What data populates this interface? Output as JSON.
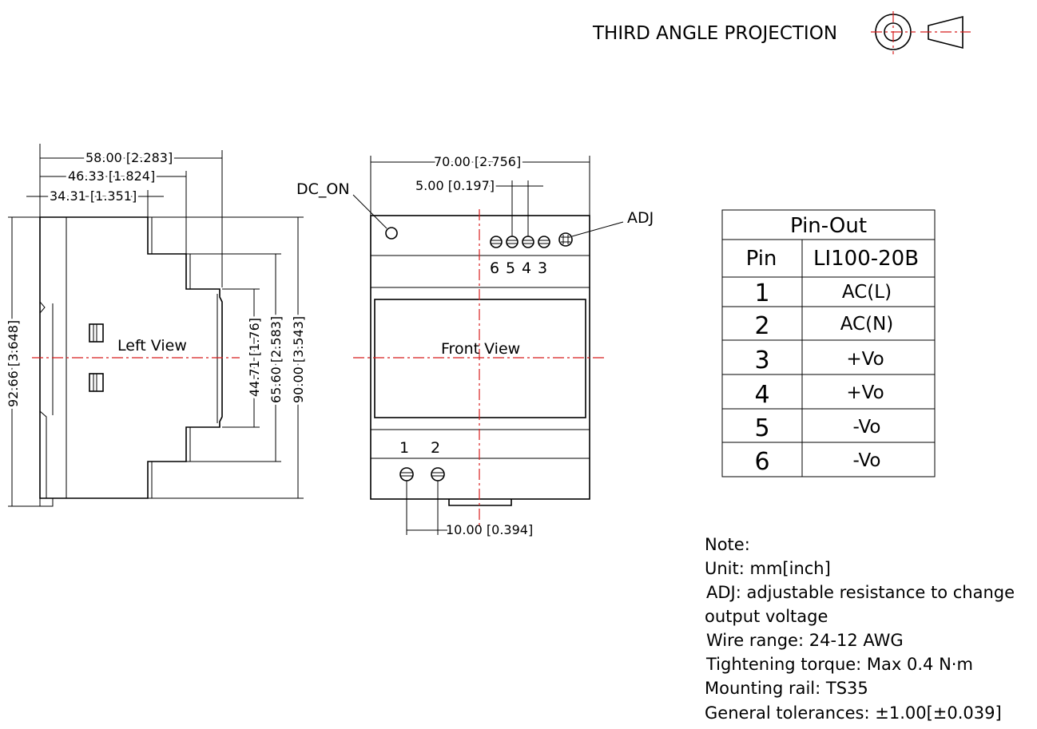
{
  "header": {
    "projection_label": "THIRD ANGLE PROJECTION"
  },
  "left_view": {
    "label": "Left View",
    "dim_58": "58.00 [2.283]",
    "dim_46": "46.33 [1.824]",
    "dim_34": "34.31 [1.351]",
    "dim_92": "92.66 [3.648]",
    "dim_44": "44.71 [1.76]",
    "dim_65": "65.60 [2.583]",
    "dim_90": "90.00 [3.543]"
  },
  "front_view": {
    "label": "Front View",
    "dc_on_label": "DC_ON",
    "adj_label": "ADJ",
    "dim_70": "70.00 [2.756]",
    "dim_5": "5.00 [0.197]",
    "dim_10": "10.00 [0.394]",
    "top_terminals": [
      "6",
      "5",
      "4",
      "3"
    ],
    "bottom_terminals": [
      "1",
      "2"
    ]
  },
  "pinout": {
    "title": "Pin-Out",
    "col_pin": "Pin",
    "col_model": "LI100-20B",
    "rows": [
      {
        "pin": "1",
        "fn": "AC(L)"
      },
      {
        "pin": "2",
        "fn": "AC(N)"
      },
      {
        "pin": "3",
        "fn": "+Vo"
      },
      {
        "pin": "4",
        "fn": "+Vo"
      },
      {
        "pin": "5",
        "fn": "-Vo"
      },
      {
        "pin": "6",
        "fn": "-Vo"
      }
    ]
  },
  "notes": [
    "Note:",
    "Unit: mm[inch]",
    "ADJ: adjustable resistance to change",
    "output voltage",
    "Wire range: 24-12 AWG",
    "Tightening torque: Max 0.4 N·m",
    "Mounting rail: TS35",
    "General tolerances: ±1.00[±0.039]"
  ]
}
